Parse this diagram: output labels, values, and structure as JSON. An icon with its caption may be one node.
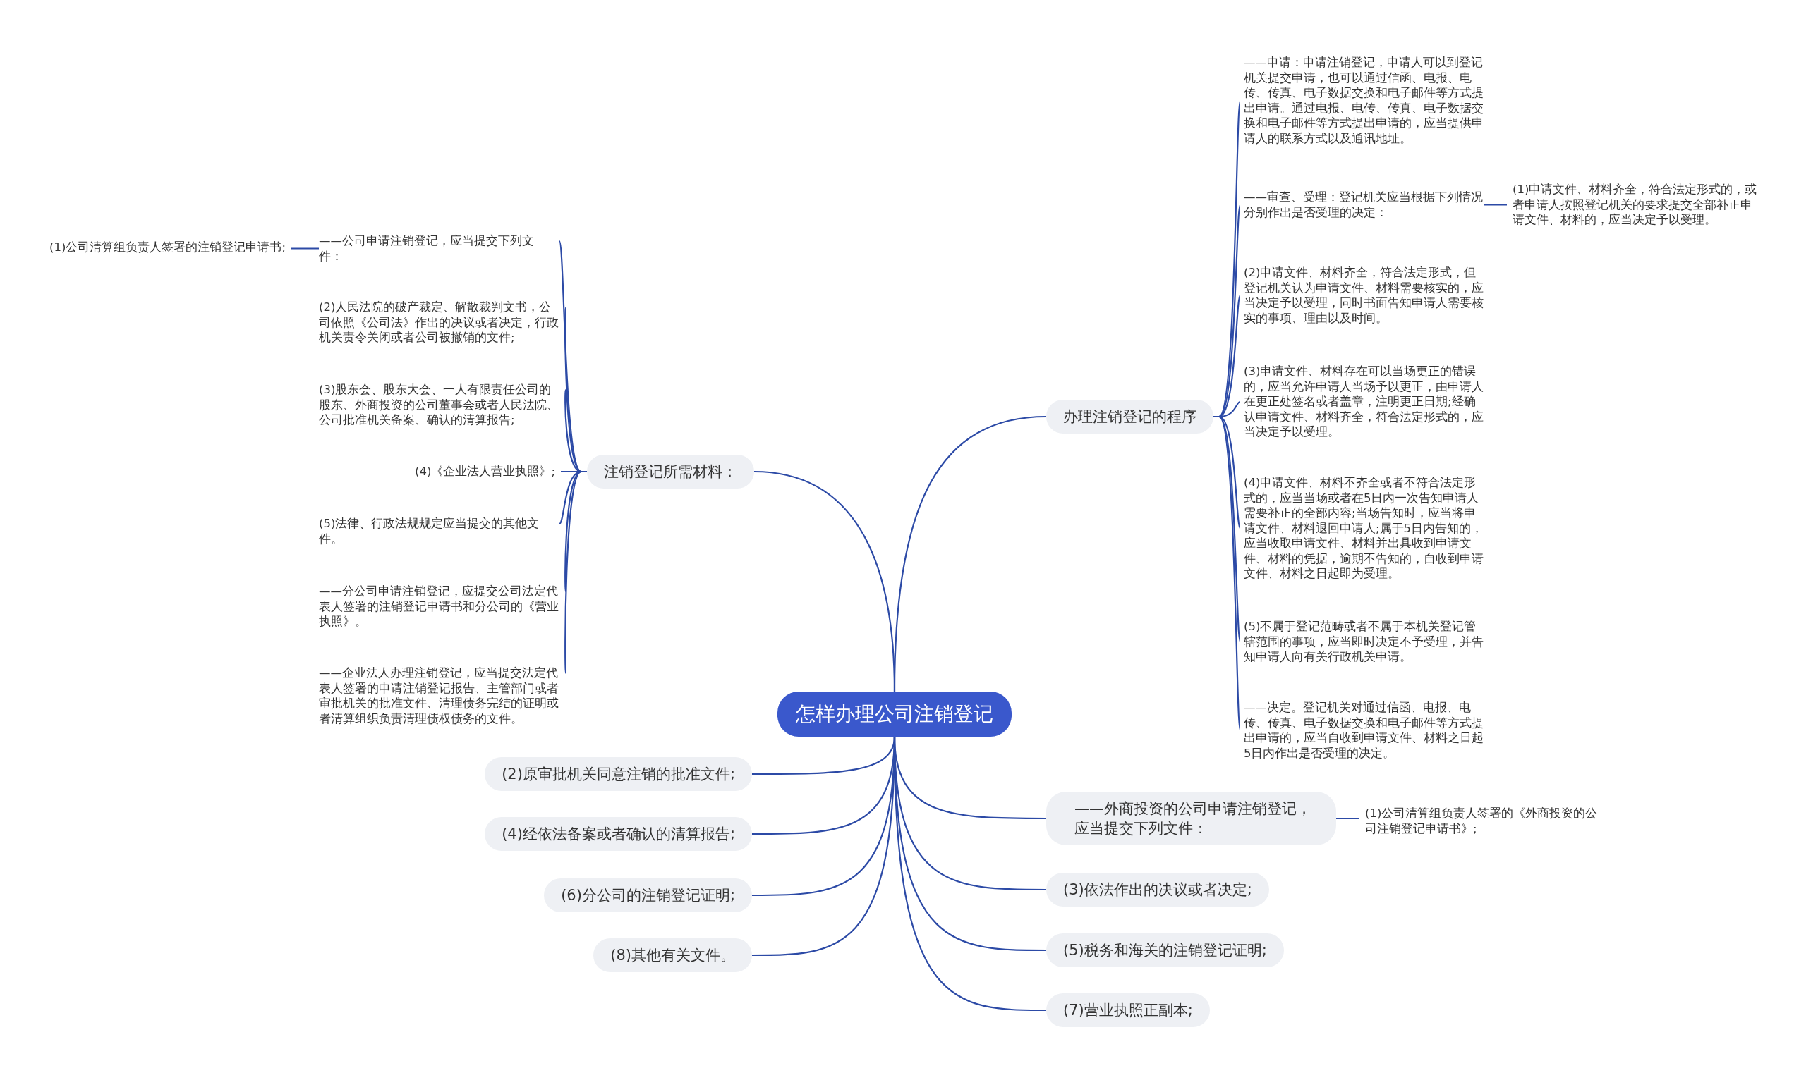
{
  "diagram": {
    "nodes": [
      {
        "text": [
          "怎样办理公司注销登记"
        ]
      },
      {
        "text": [
          "注销登记所需材料："
        ]
      },
      {
        "text": [
          "——公司申请注销登记，应当提交下列文件："
        ]
      },
      {
        "text": [
          "(1)公司清算组负责人签署的注销登记申请书;"
        ]
      },
      {
        "text": [
          "(2)人民法院的破产裁定、解散裁判文书，公司依照《公司法》作出的决议或者决定，行政机关责令关闭或者公司被撤销的文件;"
        ]
      },
      {
        "text": [
          "(3)股东会、股东大会、一人有限责任公司的股东、外商投资的公司董事会或者人民法院、公司批准机关备案、确认的清算报告;"
        ]
      },
      {
        "text": [
          "(4)《企业法人营业执照》;"
        ]
      },
      {
        "text": [
          "(5)法律、行政法规规定应当提交的其他文件。"
        ]
      },
      {
        "text": [
          "——分公司申请注销登记，应提交公司法定代表人签署的注销登记申请书和分公司的《营业执照》。"
        ]
      },
      {
        "text": [
          "——企业法人办理注销登记，应当提交法定代表人签署的申请注销登记报告、主管部门或者审批机关的批准文件、清理债务完结的证明或者清算组织负责清理债权债务的文件。"
        ]
      },
      {
        "text": [
          "办理注销登记的程序"
        ]
      },
      {
        "text": [
          "——申请：申请注销登记，申请人可以到登记机关提交申请，也可以通过信函、电报、电传、传真、电子数据交换和电子邮件等方式提出申请。通过电报、电传、传真、电子数据交换和电子邮件等方式提出申请的，应当提供申请人的联系方式以及通讯地址。"
        ]
      },
      {
        "text": [
          "——审查、受理：登记机关应当根据下列情况分别作出是否受理的决定："
        ]
      },
      {
        "text": [
          "(1)申请文件、材料齐全，符合法定形式的，或者申请人按照登记机关的要求提交全部补正申请文件、材料的，应当决定予以受理。"
        ]
      },
      {
        "text": [
          "(2)申请文件、材料齐全，符合法定形式，但登记机关认为申请文件、材料需要核实的，应当决定予以受理，同时书面告知申请人需要核实的事项、理由以及时间。"
        ]
      },
      {
        "text": [
          "(3)申请文件、材料存在可以当场更正的错误的，应当允许申请人当场予以更正，由申请人在更正处签名或者盖章，注明更正日期;经确认申请文件、材料齐全，符合法定形式的，应当决定予以受理。"
        ]
      },
      {
        "text": [
          "(4)申请文件、材料不齐全或者不符合法定形式的，应当当场或者在5日内一次告知申请人需要补正的全部内容;当场告知时，应当将申请文件、材料退回申请人;属于5日内告知的，应当收取申请文件、材料并出具收到申请文件、材料的凭据，逾期不告知的，自收到申请文件、材料之日起即为受理。"
        ]
      },
      {
        "text": [
          "(5)不属于登记范畴或者不属于本机关登记管辖范围的事项，应当即时决定不予受理，并告知申请人向有关行政机关申请。"
        ]
      },
      {
        "text": [
          "——决定。登记机关对通过信函、电报、电传、传真、电子数据交换和电子邮件等方式提出申请的，应当自收到申请文件、材料之日起5日内作出是否受理的决定。"
        ]
      },
      {
        "text": [
          "(2)原审批机关同意注销的批准文件;"
        ]
      },
      {
        "text": [
          "(4)经依法备案或者确认的清算报告;"
        ]
      },
      {
        "text": [
          "(6)分公司的注销登记证明;"
        ]
      },
      {
        "text": [
          "(8)其他有关文件。"
        ]
      },
      {
        "text": [
          "——外商投资的公司申请注销登记，应当提交下列文件："
        ]
      },
      {
        "text": [
          "(1)公司清算组负责人签署的《外商投资的公司注销登记申请书》;"
        ]
      },
      {
        "text": [
          "(3)依法作出的决议或者决定;"
        ]
      },
      {
        "text": [
          "(5)税务和海关的注销登记证明;"
        ]
      },
      {
        "text": [
          "(7)营业执照正副本;"
        ]
      }
    ],
    "edges": [
      {
        "from": 0,
        "to": 1,
        "arrow": "none"
      },
      {
        "from": 1,
        "to": 2,
        "arrow": "none"
      },
      {
        "from": 2,
        "to": 3,
        "arrow": "none"
      },
      {
        "from": 1,
        "to": 4,
        "arrow": "none"
      },
      {
        "from": 1,
        "to": 5,
        "arrow": "none"
      },
      {
        "from": 1,
        "to": 6,
        "arrow": "none"
      },
      {
        "from": 1,
        "to": 7,
        "arrow": "none"
      },
      {
        "from": 1,
        "to": 8,
        "arrow": "none"
      },
      {
        "from": 1,
        "to": 9,
        "arrow": "none"
      },
      {
        "from": 0,
        "to": 10,
        "arrow": "none"
      },
      {
        "from": 10,
        "to": 11,
        "arrow": "none"
      },
      {
        "from": 10,
        "to": 12,
        "arrow": "none"
      },
      {
        "from": 12,
        "to": 13,
        "arrow": "none"
      },
      {
        "from": 10,
        "to": 14,
        "arrow": "none"
      },
      {
        "from": 10,
        "to": 15,
        "arrow": "none"
      },
      {
        "from": 10,
        "to": 16,
        "arrow": "none"
      },
      {
        "from": 10,
        "to": 17,
        "arrow": "none"
      },
      {
        "from": 10,
        "to": 18,
        "arrow": "none"
      },
      {
        "from": 0,
        "to": 19,
        "arrow": "none"
      },
      {
        "from": 0,
        "to": 20,
        "arrow": "none"
      },
      {
        "from": 0,
        "to": 21,
        "arrow": "none"
      },
      {
        "from": 0,
        "to": 22,
        "arrow": "none"
      },
      {
        "from": 0,
        "to": 23,
        "arrow": "none"
      },
      {
        "from": 23,
        "to": 24,
        "arrow": "none"
      },
      {
        "from": 0,
        "to": 25,
        "arrow": "none"
      },
      {
        "from": 0,
        "to": 26,
        "arrow": "none"
      },
      {
        "from": 0,
        "to": 27,
        "arrow": "none"
      }
    ]
  }
}
